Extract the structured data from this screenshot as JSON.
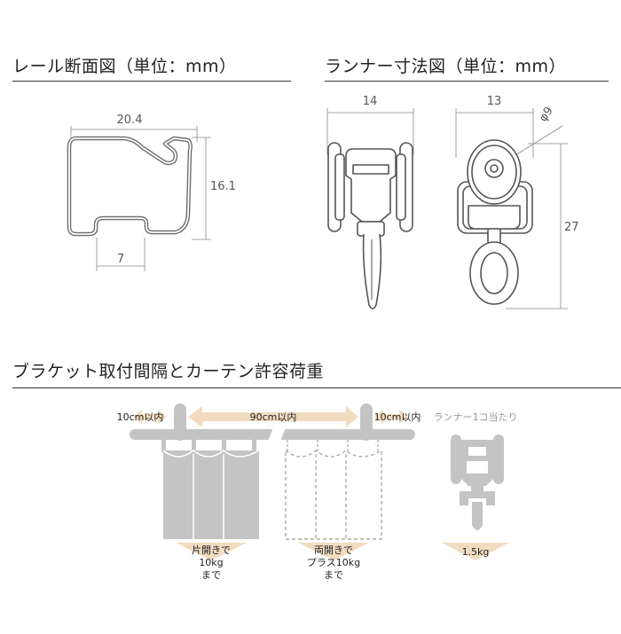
{
  "sections": {
    "rail_section": "レール断面図（単位：mm）",
    "runner_dims": "ランナー寸法図（単位：mm）",
    "bracket": "ブラケット取付間隔とカーテン許容荷重"
  },
  "rail_dims": {
    "width": "20.4",
    "height": "16.1",
    "slot": "7"
  },
  "runner_dims": {
    "side_width": "14",
    "front_width": "13",
    "diameter": "φ9",
    "height": "27"
  },
  "bracket": {
    "left_margin": "10cm以内",
    "spacing": "90cm以内",
    "right_margin": "10cm以内",
    "runner_caption": "ランナー1コ当たり",
    "single_load_line1": "片開きで",
    "single_load_line2": "10kg",
    "single_load_line3": "まで",
    "double_load_line1": "両開きで",
    "double_load_line2": "プラス10kg",
    "double_load_line3": "まで",
    "runner_load": "1.5kg"
  },
  "colors": {
    "arrow": "#f2dcc0",
    "grey": "#c4c4c4",
    "dark_grey": "#9a9a9a",
    "outline": "#555555"
  }
}
